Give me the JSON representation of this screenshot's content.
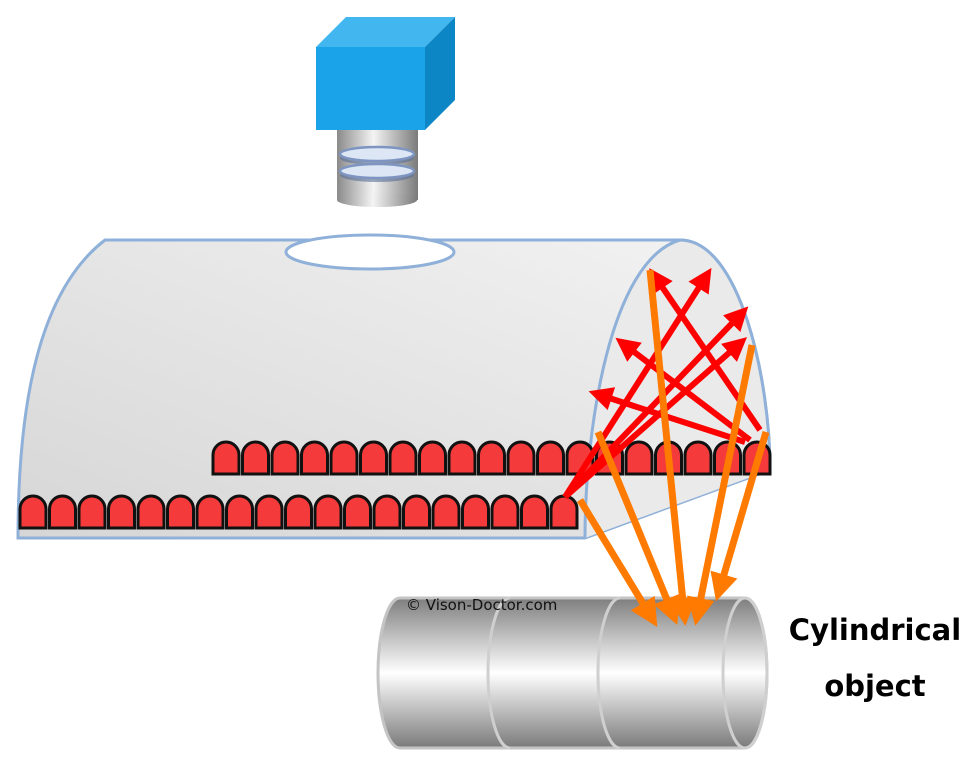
{
  "title": "Dome illumination of a cylindrical object",
  "labels": {
    "object_line1": "Cylindrical",
    "object_line2": "object",
    "watermark": "© Vison-Doctor.com"
  },
  "components": {
    "camera": "camera-icon",
    "lens": "lens-icon",
    "dome": "dome-light",
    "leds_row_back_count": 19,
    "leds_row_front_count": 19,
    "object": "cylinder"
  },
  "colors": {
    "camera": "#1aa3e8",
    "camera_side": "#0d86c6",
    "camera_top": "#42b6ee",
    "dome_fill": "#e4e4e4",
    "dome_stroke": "#8fb0d8",
    "led": "#f43a3a",
    "led_stroke": "#111111",
    "ray_emitted": "#ff0000",
    "ray_reflected": "#ff7a00",
    "cylinder": "#c8c8c8"
  }
}
